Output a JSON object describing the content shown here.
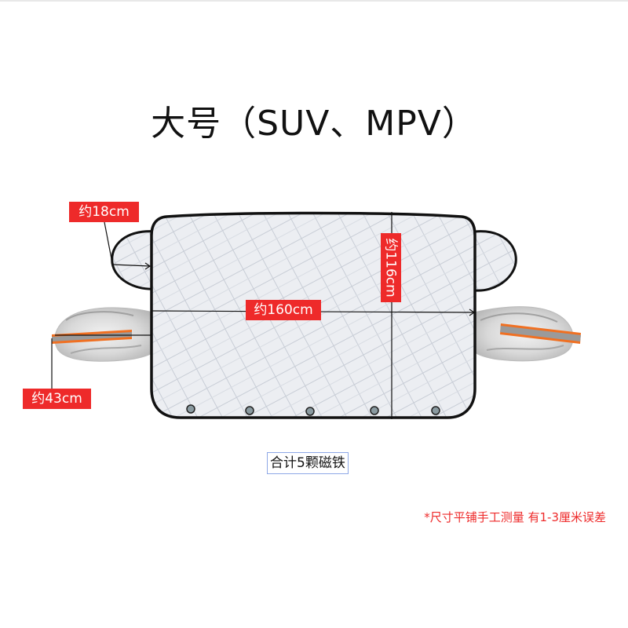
{
  "title": "大号（SUV、MPV）",
  "dimensions": {
    "ear_width": "约18cm",
    "total_width": "约160cm",
    "height": "约116cm",
    "mirror_cover_length": "约43cm"
  },
  "magnet_note": "合计5颗磁铁",
  "magnet_count": 5,
  "disclaimer": "*尺寸平铺手工测量 有1-3厘米误差",
  "colors": {
    "label_red": "#ee2a2a",
    "reflective_orange": "#f07022",
    "reflective_gray": "#9a9a9a",
    "cover_fill": "#e6e8ec",
    "outline": "#111111",
    "magnet": "#8a9aa0",
    "note_border": "#8ea8e6"
  }
}
